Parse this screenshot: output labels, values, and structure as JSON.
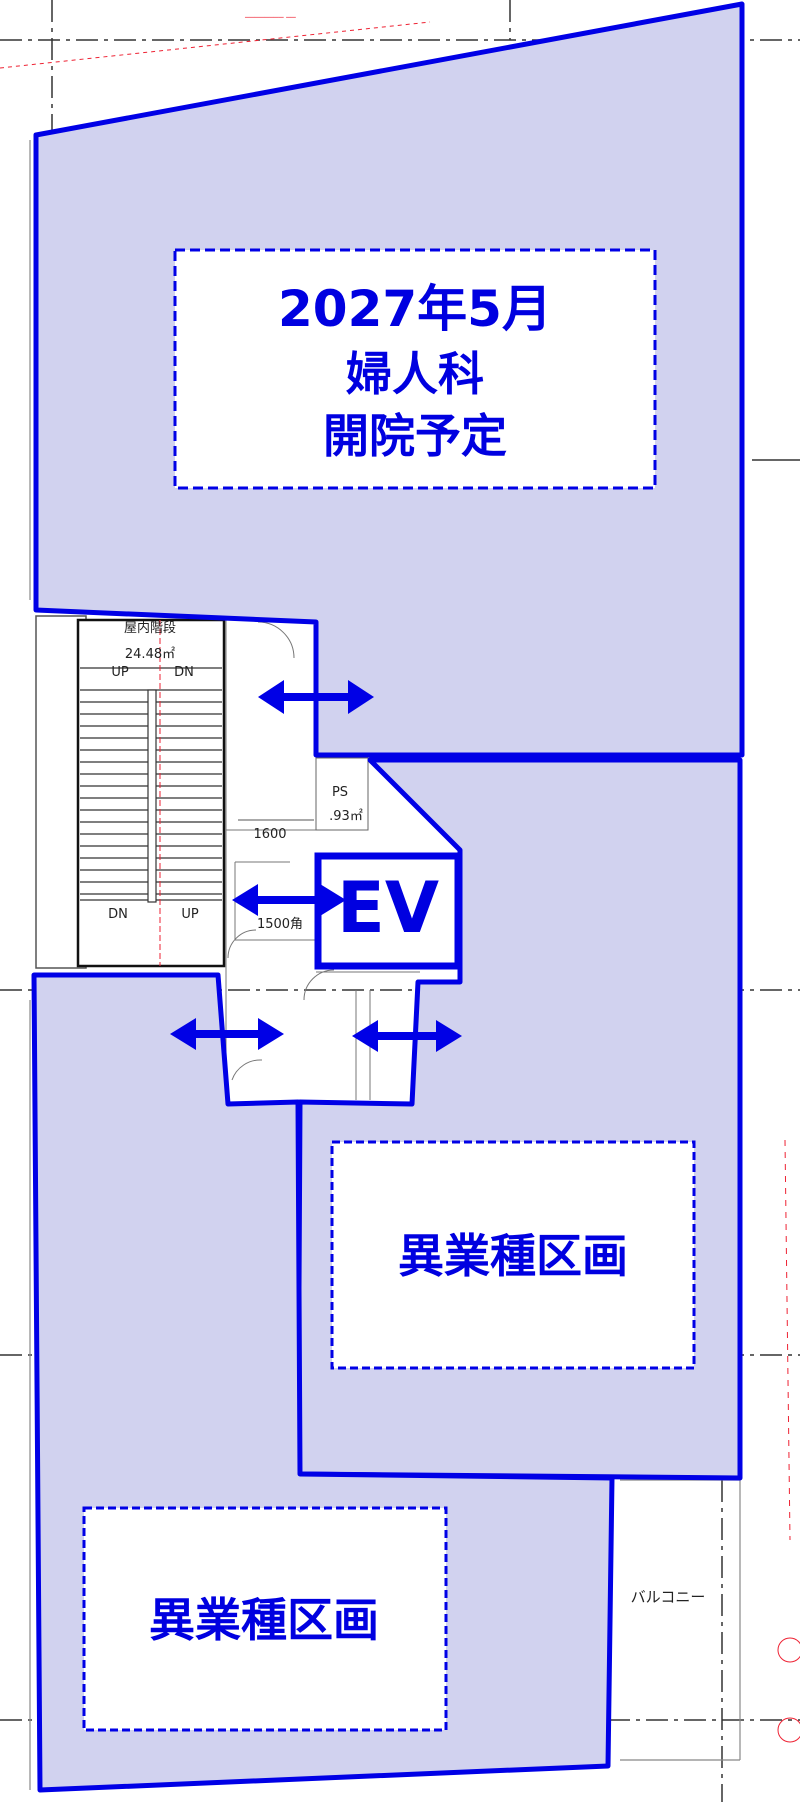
{
  "top_zone": {
    "line1": "2027年5月",
    "line2": "婦人科",
    "line3": "開院予定"
  },
  "middle_zone": {
    "label": "異業種区画"
  },
  "bottom_zone": {
    "label": "異業種区画"
  },
  "elevator": {
    "label": "EV"
  },
  "stair": {
    "title": "屋内階段",
    "area": "24.48㎡",
    "up_top": "UP",
    "dn_top": "DN",
    "dn_bottom": "DN",
    "up_bottom": "UP"
  },
  "ps": {
    "label": "PS",
    "area": ".93㎡"
  },
  "corridor_width": "1600",
  "ev_size": "1500角",
  "balcony": "バルコニー",
  "colors": {
    "zone_fill": "#d1d2ef",
    "border": "#0000e6",
    "text": "#0000e0"
  }
}
